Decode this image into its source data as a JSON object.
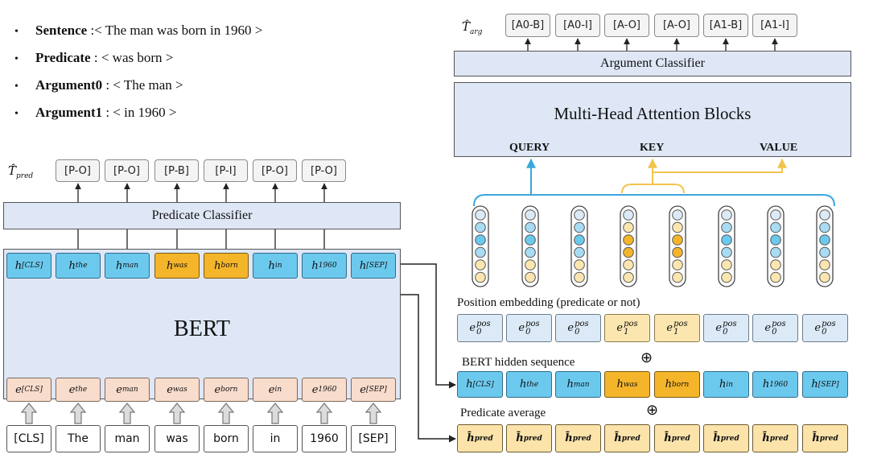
{
  "bullets": [
    {
      "key": "Sentence",
      "value": ":< The man was born in 1960 >"
    },
    {
      "key": "Predicate",
      "value": ": < was born >"
    },
    {
      "key": "Argument0",
      "value": ": < The man >"
    },
    {
      "key": "Argument1",
      "value": ": < in 1960 >"
    }
  ],
  "left": {
    "t_pred_label": "T̂pred",
    "t_pred_main": "T̂",
    "t_pred_sub": "pred",
    "pred_tags": [
      "[P-O]",
      "[P-O]",
      "[P-B]",
      "[P-I]",
      "[P-O]",
      "[P-O]"
    ],
    "classifier": "Predicate Classifier",
    "bert": "BERT",
    "hidden": [
      {
        "base": "h",
        "sub": "[CLS]",
        "highlight": false
      },
      {
        "base": "h",
        "sub": "the",
        "highlight": false
      },
      {
        "base": "h",
        "sub": "man",
        "highlight": false
      },
      {
        "base": "h",
        "sub": "was",
        "highlight": true
      },
      {
        "base": "h",
        "sub": "born",
        "highlight": true
      },
      {
        "base": "h",
        "sub": "in",
        "highlight": false
      },
      {
        "base": "h",
        "sub": "1960",
        "highlight": false
      },
      {
        "base": "h",
        "sub": "[SEP]",
        "highlight": false
      }
    ],
    "embeddings": [
      {
        "base": "e",
        "sub": "[CLS]"
      },
      {
        "base": "e",
        "sub": "the"
      },
      {
        "base": "e",
        "sub": "man"
      },
      {
        "base": "e",
        "sub": "was"
      },
      {
        "base": "e",
        "sub": "born"
      },
      {
        "base": "e",
        "sub": "in"
      },
      {
        "base": "e",
        "sub": "1960"
      },
      {
        "base": "e",
        "sub": "[SEP]"
      }
    ],
    "words": [
      "[CLS]",
      "The",
      "man",
      "was",
      "born",
      "in",
      "1960",
      "[SEP]"
    ]
  },
  "right": {
    "t_arg_main": "T̂",
    "t_arg_sub": "arg",
    "arg_tags": [
      "[A0-B]",
      "[A0-I]",
      "[A-O]",
      "[A-O]",
      "[A1-B]",
      "[A1-I]"
    ],
    "classifier": "Argument Classifier",
    "attention": "Multi-Head Attention Blocks",
    "query": "QUERY",
    "key": "KEY",
    "value": "VALUE",
    "position_caption": "Position embedding (predicate or not)",
    "position": [
      {
        "sub": "0",
        "highlight": false
      },
      {
        "sub": "0",
        "highlight": false
      },
      {
        "sub": "0",
        "highlight": false
      },
      {
        "sub": "1",
        "highlight": true
      },
      {
        "sub": "1",
        "highlight": true
      },
      {
        "sub": "0",
        "highlight": false
      },
      {
        "sub": "0",
        "highlight": false
      },
      {
        "sub": "0",
        "highlight": false
      }
    ],
    "pos_sup": "pos",
    "bert_hidden_caption": "BERT hidden sequence",
    "hidden": [
      {
        "sub": "[CLS]",
        "highlight": false
      },
      {
        "sub": "the",
        "highlight": false
      },
      {
        "sub": "man",
        "highlight": false
      },
      {
        "sub": "was",
        "highlight": true
      },
      {
        "sub": "born",
        "highlight": true
      },
      {
        "sub": "in",
        "highlight": false
      },
      {
        "sub": "1960",
        "highlight": false
      },
      {
        "sub": "[SEP]",
        "highlight": false
      }
    ],
    "oplus": "⊕",
    "avg_caption": "Predicate average",
    "avg_count": 8,
    "avg_base": "h̄",
    "avg_sub": "pred"
  },
  "colors": {
    "blue": "#6cc9ee",
    "orange": "#f4b52a",
    "peach": "#f8dccc",
    "light_blue": "#dbeaf6",
    "yellow": "#fbe6b0",
    "panel": "#dfe7f6",
    "query_arrow": "#3aa7dc",
    "key_arrow": "#f2c44c"
  }
}
